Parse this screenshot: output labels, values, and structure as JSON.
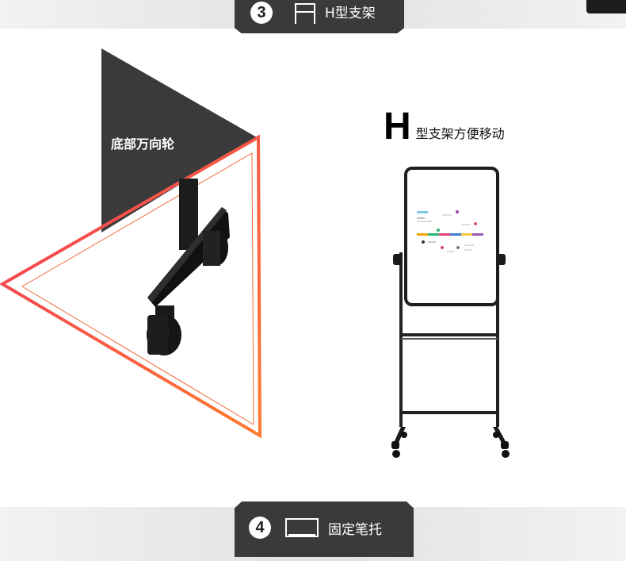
{
  "top_tab": {
    "number": "3",
    "label": "H型支架"
  },
  "bottom_tab": {
    "number": "4",
    "label": "固定笔托"
  },
  "left_callout": "底部万向轮",
  "feature": {
    "letter": "H",
    "text": "型支架方便移动"
  },
  "icons": {
    "top": "h-frame-icon",
    "bottom": "pen-tray-icon"
  },
  "colors": {
    "tab_bg": "#3a3a3a",
    "accent_start": "#f05a28",
    "accent_end": "#ff7a3d",
    "frame": "#1e1e1e"
  }
}
